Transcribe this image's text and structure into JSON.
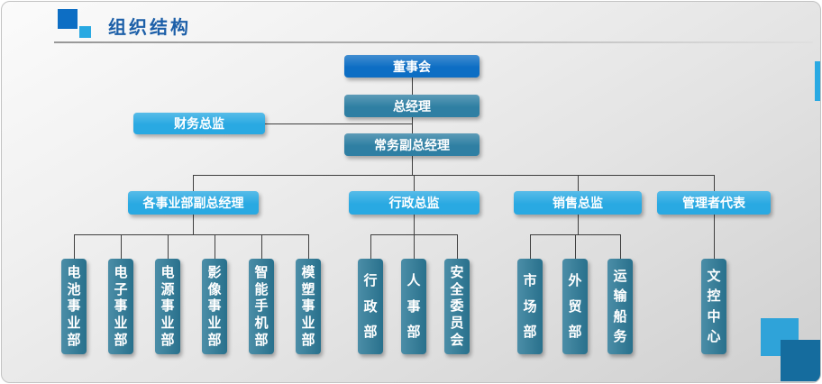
{
  "slide": {
    "title": "组织结构"
  },
  "org": {
    "root": "董事会",
    "gm": "总经理",
    "finance": "财务总监",
    "deputy_gm": "常务副总经理",
    "branches": [
      {
        "label": "各事业部副总经理",
        "children": [
          "电池事业部",
          "电子事业部",
          "电源事业部",
          "影像事业部",
          "智能手机部",
          "模塑事业部"
        ]
      },
      {
        "label": "行政总监",
        "children": [
          "行政部",
          "人事部",
          "安全委员会"
        ]
      },
      {
        "label": "销售总监",
        "children": [
          "市场部",
          "外贸部",
          "运输船务"
        ]
      },
      {
        "label": "管理者代表",
        "children": [
          "文控中心"
        ]
      }
    ]
  },
  "colors": {
    "c-root": "#0d6ec4",
    "c-mid": "#2f7fa3",
    "c-light": "#29a9e2",
    "c-child": "#2c7a98",
    "c-line": "#3f3f3f",
    "c-title": "#1c5fa8",
    "c-accent-light": "#2fa3d9",
    "c-accent-dark": "#156c9e"
  }
}
